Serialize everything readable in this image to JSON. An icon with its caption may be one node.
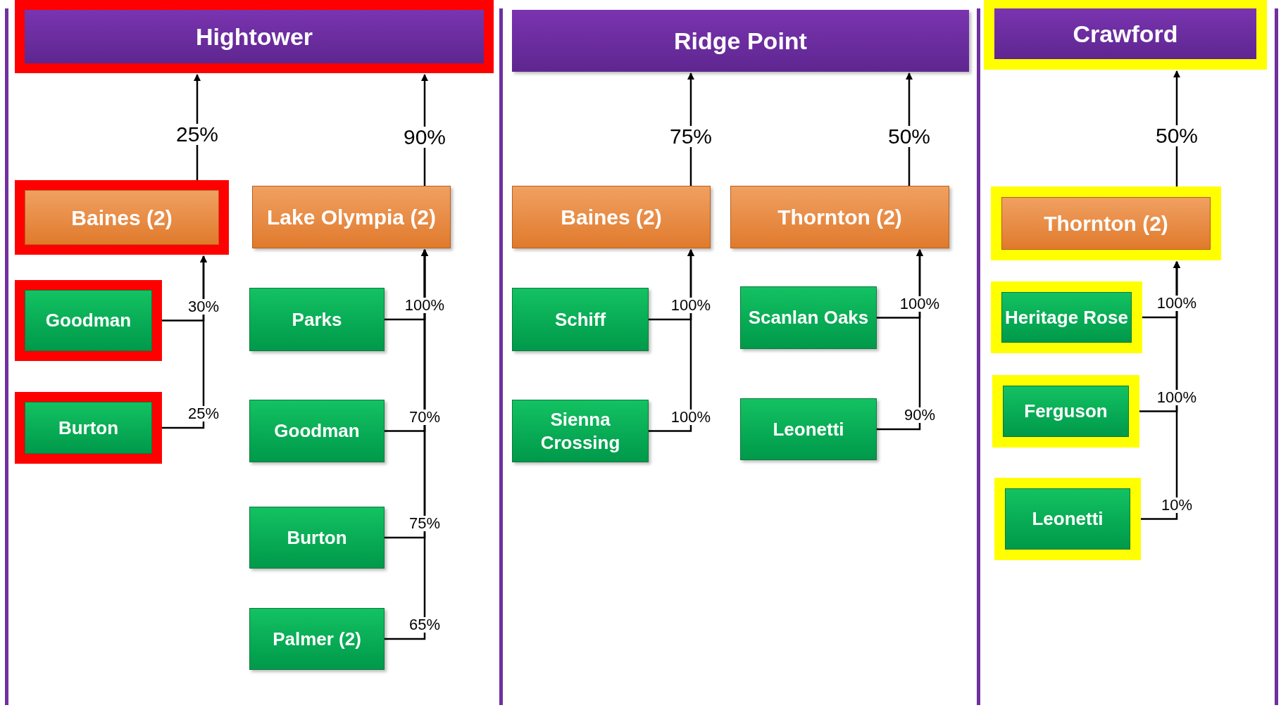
{
  "diagram": {
    "nodes": [
      {
        "text": [
          "Hightower"
        ]
      },
      {
        "text": [
          "Ridge Point"
        ]
      },
      {
        "text": [
          "Crawford"
        ]
      },
      {
        "text": [
          "Baines (2)"
        ]
      },
      {
        "text": [
          "Lake Olympia (2)"
        ]
      },
      {
        "text": [
          "Goodman"
        ]
      },
      {
        "text": [
          "Burton"
        ]
      },
      {
        "text": [
          "Parks"
        ]
      },
      {
        "text": [
          "Goodman"
        ]
      },
      {
        "text": [
          "Burton"
        ]
      },
      {
        "text": [
          "Palmer (2)"
        ]
      },
      {
        "text": [
          "Baines (2)"
        ]
      },
      {
        "text": [
          "Thornton (2)"
        ]
      },
      {
        "text": [
          "Schiff"
        ]
      },
      {
        "text": [
          "Sienna Crossing"
        ]
      },
      {
        "text": [
          "Scanlan Oaks"
        ]
      },
      {
        "text": [
          "Leonetti"
        ]
      },
      {
        "text": [
          "Thornton (2)"
        ]
      },
      {
        "text": [
          "Heritage Rose"
        ]
      },
      {
        "text": [
          "Ferguson"
        ]
      },
      {
        "text": [
          "Leonetti"
        ]
      }
    ],
    "edges": [
      {
        "from": 3,
        "to": 0,
        "arrow": "to",
        "label": "25%"
      },
      {
        "from": 4,
        "to": 0,
        "arrow": "to",
        "label": "90%"
      },
      {
        "from": 5,
        "to": 3,
        "arrow": "to",
        "label": "30%"
      },
      {
        "from": 6,
        "to": 3,
        "arrow": "to",
        "label": "25%"
      },
      {
        "from": 7,
        "to": 4,
        "arrow": "to",
        "label": "100%"
      },
      {
        "from": 8,
        "to": 4,
        "arrow": "to",
        "label": "70%"
      },
      {
        "from": 9,
        "to": 4,
        "arrow": "to",
        "label": "75%"
      },
      {
        "from": 10,
        "to": 4,
        "arrow": "to",
        "label": "65%"
      },
      {
        "from": 11,
        "to": 1,
        "arrow": "to",
        "label": "75%"
      },
      {
        "from": 12,
        "to": 1,
        "arrow": "to",
        "label": "50%"
      },
      {
        "from": 13,
        "to": 11,
        "arrow": "to",
        "label": "100%"
      },
      {
        "from": 14,
        "to": 11,
        "arrow": "to",
        "label": "100%"
      },
      {
        "from": 15,
        "to": 12,
        "arrow": "to",
        "label": "100%"
      },
      {
        "from": 16,
        "to": 12,
        "arrow": "to",
        "label": "90%"
      },
      {
        "from": 17,
        "to": 2,
        "arrow": "to",
        "label": "50%"
      },
      {
        "from": 18,
        "to": 17,
        "arrow": "to",
        "label": "100%"
      },
      {
        "from": 19,
        "to": 17,
        "arrow": "to",
        "label": "100%"
      },
      {
        "from": 20,
        "to": 17,
        "arrow": "to",
        "label": "10%"
      }
    ]
  }
}
